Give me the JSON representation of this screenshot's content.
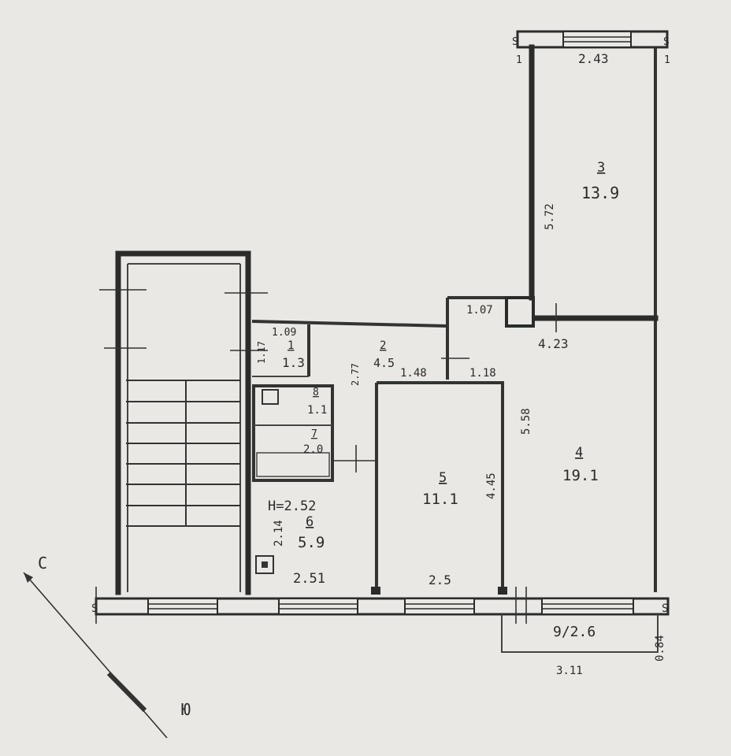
{
  "rooms": [
    {
      "id": "1",
      "number": "1",
      "area": "1.3"
    },
    {
      "id": "2",
      "number": "2",
      "area": "4.5"
    },
    {
      "id": "3",
      "number": "3",
      "area": "13.9"
    },
    {
      "id": "4",
      "number": "4",
      "area": "19.1"
    },
    {
      "id": "5",
      "number": "5",
      "area": "11.1"
    },
    {
      "id": "6",
      "number": "6",
      "area": "5.9"
    },
    {
      "id": "7",
      "number": "7",
      "area": "2.0"
    },
    {
      "id": "8",
      "number": "8",
      "area": "1.1"
    }
  ],
  "balcony": {
    "label": "9/2.6",
    "width": "3.11",
    "depth": "0.84"
  },
  "dimensions": {
    "room3_width": "2.43",
    "room3_length": "5.72",
    "niche_width": "1.07",
    "room4_width": "4.23",
    "room4_length": "5.58",
    "room5_width_top": "1.48",
    "room5_top_right": "1.18",
    "room5_length": "4.45",
    "room5_width": "2.5",
    "room1_width": "1.09",
    "room1_length": "1.17",
    "room2_length": "2.77",
    "room6_length": "2.14",
    "room6_width": "2.51",
    "wall_mark_left": "S",
    "wall_mark_right": "S",
    "wall_mark_top_left": "S",
    "wall_mark_top_right": "S",
    "tick_top_left": "1",
    "tick_top_right": "1"
  },
  "ceiling_height": "H=2.52",
  "compass": {
    "north": "C",
    "south": "Ю"
  }
}
